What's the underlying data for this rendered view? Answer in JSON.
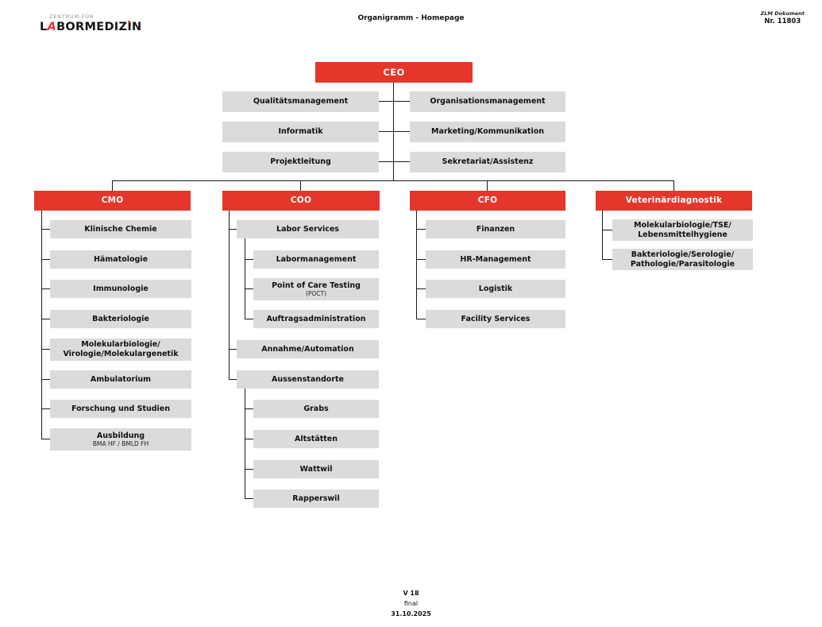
{
  "colors": {
    "accent_red": "#e5362b",
    "box_gray": "#dbdbdb",
    "line_dark": "#1a1a1a"
  },
  "header": {
    "logo": {
      "tagline": "ZENTRUM FÜR",
      "name_l": "L",
      "name_a": "A",
      "name_mid": "BORMEDIZ",
      "name_i": "I",
      "name_n": "N"
    },
    "title": "Organigramm - Homepage",
    "doc_label": "ZLM Dokument",
    "doc_number": "Nr. 11803"
  },
  "footer": {
    "version": "V 18",
    "status": "final",
    "date": "31.10.2025"
  },
  "org": {
    "ceo": {
      "label": "CEO"
    },
    "staff_left": [
      {
        "label": "Qualitätsmanagement"
      },
      {
        "label": "Informatik"
      },
      {
        "label": "Projektleitung"
      }
    ],
    "staff_right": [
      {
        "label": "Organisationsmanagement"
      },
      {
        "label": "Marketing/Kommunikation"
      },
      {
        "label": "Sekretariat/Assistenz"
      }
    ],
    "cmo": {
      "label": "CMO",
      "items": [
        {
          "label": "Klinische Chemie"
        },
        {
          "label": "Hämatologie"
        },
        {
          "label": "Immunologie"
        },
        {
          "label": "Bakteriologie"
        },
        {
          "label": "Molekularbiologie/",
          "label2": "Virologie/Molekulargenetik"
        },
        {
          "label": "Ambulatorium"
        },
        {
          "label": "Forschung und Studien"
        },
        {
          "label": "Ausbildung",
          "sub": "BMA HF / BMLD FH"
        }
      ]
    },
    "coo": {
      "label": "COO",
      "labor_services": {
        "label": "Labor Services"
      },
      "labor_children": [
        {
          "label": "Labormanagement"
        },
        {
          "label": "Point of Care Testing",
          "sub": "(POCT)"
        },
        {
          "label": "Auftragsadministration"
        }
      ],
      "annahme": {
        "label": "Annahme/Automation"
      },
      "aussenstandorte": {
        "label": "Aussenstandorte"
      },
      "aussen_children": [
        {
          "label": "Grabs"
        },
        {
          "label": "Altstätten"
        },
        {
          "label": "Wattwil"
        },
        {
          "label": "Rapperswil"
        }
      ]
    },
    "cfo": {
      "label": "CFO",
      "items": [
        {
          "label": "Finanzen"
        },
        {
          "label": "HR-Management"
        },
        {
          "label": "Logistik"
        },
        {
          "label": "Facility Services"
        }
      ]
    },
    "vet": {
      "label": "Veterinärdiagnostik",
      "items": [
        {
          "label": "Molekularbiologie/TSE/",
          "label2": "Lebensmittelhygiene"
        },
        {
          "label": "Bakteriologie/Serologie/",
          "label2": "Pathologie/Parasitologie"
        }
      ]
    }
  }
}
